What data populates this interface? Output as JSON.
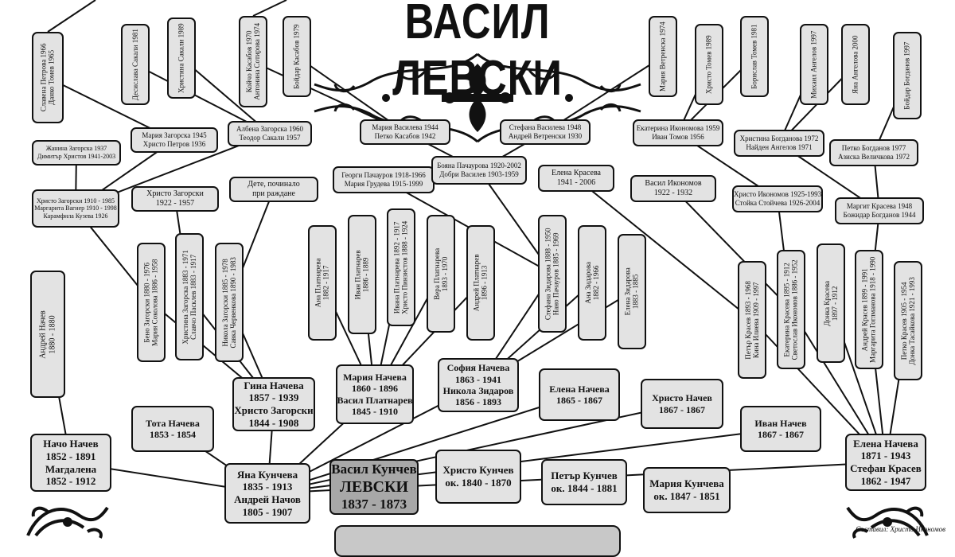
{
  "title": "ВАСИЛ ЛЕВСКИ",
  "credit": "Съставил: Христо Икономов",
  "nodes": [
    {
      "id": "levski",
      "lines": [
        "Васил Кунчев",
        "ЛЕВСКИ",
        "1837 - 1873"
      ],
      "highlight": true
    },
    {
      "id": "hristo_k",
      "lines": [
        "Христо Кунчев",
        "ок. 1840 - 1870"
      ]
    },
    {
      "id": "petar_k",
      "lines": [
        "Петър Кунчев",
        "ок. 1844 - 1881"
      ]
    },
    {
      "id": "maria_k",
      "lines": [
        "Мария Кунчева",
        "ок. 1847 - 1851"
      ]
    },
    {
      "id": "yana",
      "lines": [
        "Яна Кунчева",
        "1835 - 1913",
        "Андрей Начов",
        "1805 - 1907"
      ]
    },
    {
      "id": "nacho",
      "lines": [
        "Начо Начев",
        "1852 - 1891",
        "Магдалена",
        "1852 - 1912"
      ]
    },
    {
      "id": "tota",
      "lines": [
        "Тота Начева",
        "1853 - 1854"
      ]
    },
    {
      "id": "gina",
      "lines": [
        "Гина Начева",
        "1857 - 1939",
        "Христо Загорски",
        "1844 - 1908"
      ]
    },
    {
      "id": "maria_n",
      "lines": [
        "Мария Начева",
        "1860 - 1896",
        "Васил Платнарев",
        "1845 - 1910"
      ]
    },
    {
      "id": "sofia",
      "lines": [
        "София Начева",
        "1863 - 1941",
        "Никола Зидаров",
        "1856 - 1893"
      ]
    },
    {
      "id": "elena_n",
      "lines": [
        "Елена Начева",
        "1865 - 1867"
      ]
    },
    {
      "id": "hristo_n",
      "lines": [
        "Христо Начев",
        "1867 - 1867"
      ]
    },
    {
      "id": "ivan_n",
      "lines": [
        "Иван Начев",
        "1867 - 1867"
      ]
    },
    {
      "id": "elena_n2",
      "lines": [
        "Елена Начева",
        "1871 - 1943",
        "Стефан Красев",
        "1862 - 1947"
      ]
    },
    {
      "id": "andrey_n",
      "lines": [
        "Андрей Начев",
        "1880 - 1880"
      ]
    },
    {
      "id": "beno",
      "lines": [
        "Бено Загорски 1880 - 1976",
        "Мария Соколова 1886 - 1958"
      ]
    },
    {
      "id": "hristina_z",
      "lines": [
        "Христина Загорска 1883 - 1971",
        "Славчо Пасклев 1883 - 1917"
      ]
    },
    {
      "id": "nikola_z",
      "lines": [
        "Никола Загорски 1885 - 1978",
        "Савка Червенкова 1890 - 1983"
      ]
    },
    {
      "id": "ana_p",
      "lines": [
        "Ана Платнарева",
        "1882 - 1917"
      ]
    },
    {
      "id": "ivan_p",
      "lines": [
        "Иван Платнарев",
        "1886 - 1889"
      ]
    },
    {
      "id": "ivana_p",
      "lines": [
        "Ивана Платнарева 1892 - 1917",
        "Христо Пинзистов 1888 - 1924"
      ]
    },
    {
      "id": "vera_p",
      "lines": [
        "Вера Платнарева",
        "1893 - 1970"
      ]
    },
    {
      "id": "andrey_p",
      "lines": [
        "Андрей Платнарев",
        "1896 - 1913"
      ]
    },
    {
      "id": "stefana_z",
      "lines": [
        "Стефана Зидарова 1888 - 1950",
        "Нано Пачауров 1885 - 1969"
      ]
    },
    {
      "id": "ana_z",
      "lines": [
        "Ана Зидарова",
        "1882 - 1966"
      ]
    },
    {
      "id": "elena_z",
      "lines": [
        "Елена Зидарова",
        "1883 - 1885"
      ]
    },
    {
      "id": "petar_kr",
      "lines": [
        "Петър Красев 1893 - 1968",
        "Кина Илиева 1909 - 1997"
      ]
    },
    {
      "id": "ekaterina_kr",
      "lines": [
        "Екатерина Красева 1895 - 1912",
        "Светослав Икономов 1886 - 1952"
      ]
    },
    {
      "id": "donka_kr",
      "lines": [
        "Донка Красева",
        "1897 - 1912"
      ]
    },
    {
      "id": "andrey_kr",
      "lines": [
        "Андрей Красев 1899 - 1991",
        "Маргарита Гоглманова 1918 - 1990"
      ]
    },
    {
      "id": "petko_kr",
      "lines": [
        "Петко Красев 1905 - 1954",
        "Донка Тасайкова 1921 - 1993"
      ]
    },
    {
      "id": "hristo_z2",
      "lines": [
        "Христо Загорски",
        "1922 - 1957"
      ]
    },
    {
      "id": "dete",
      "lines": [
        "Дете, починало",
        "при раждане"
      ]
    },
    {
      "id": "georgi_p",
      "lines": [
        "Георги Пачауров 1918-1966",
        "Мария Грудева 1915-1999"
      ]
    },
    {
      "id": "boyana_p",
      "lines": [
        "Бояна Пачаурова 1920-2002",
        "Добри Василев 1903-1959"
      ]
    },
    {
      "id": "elena_kr",
      "lines": [
        "Елена Красева",
        "1941 - 2006"
      ]
    },
    {
      "id": "vasil_ik",
      "lines": [
        "Васил Икономов",
        "1922 - 1932"
      ]
    },
    {
      "id": "hristo_ik",
      "lines": [
        "Христо Икономов 1925-1993",
        "Стойка Стойчева 1926-2004"
      ]
    },
    {
      "id": "margit",
      "lines": [
        "Маргит Красева 1948",
        "Божидар Богданов 1944"
      ]
    },
    {
      "id": "hristo_z3",
      "lines": [
        "Христо Загорски 1910 - 1985",
        "Маргарита Вагнер 1910 - 1998",
        "Карамфила Кузева 1926"
      ]
    },
    {
      "id": "zhanina",
      "lines": [
        "Жанина Загорска 1937",
        "Димитър Христов 1941-2003"
      ]
    },
    {
      "id": "maria_z",
      "lines": [
        "Мария Загорска 1945",
        "Христо Петров 1936"
      ]
    },
    {
      "id": "albena",
      "lines": [
        "Албена Загорска 1960",
        "Теодор Сакали 1957"
      ]
    },
    {
      "id": "maria_v",
      "lines": [
        "Мария Василева 1944",
        "Петко Касабов 1942"
      ]
    },
    {
      "id": "stefana_v",
      "lines": [
        "Стефана Василева 1948",
        "Андрей Ветренски 1930"
      ]
    },
    {
      "id": "ekaterina_ik",
      "lines": [
        "Екатерина Икономова 1959",
        "Иван Томов 1956"
      ]
    },
    {
      "id": "hristina_b",
      "lines": [
        "Христина Богданова 1972",
        "Найден Ангелов 1971"
      ]
    },
    {
      "id": "petko_b",
      "lines": [
        "Петко Богданов 1977",
        "Азиска Величкова 1972"
      ]
    },
    {
      "id": "slavena",
      "lines": [
        "Славена Петрова 1966",
        "Данко Томев 1965"
      ]
    },
    {
      "id": "desislava",
      "lines": [
        "Десислава Сакали 1981"
      ]
    },
    {
      "id": "hristina_s",
      "lines": [
        "Христина Сакали 1989"
      ]
    },
    {
      "id": "koycho",
      "lines": [
        "Койчо Касабов 1970",
        "Антонина Сотирова 1974"
      ]
    },
    {
      "id": "boydar",
      "lines": [
        "Бойдар Касабов 1979"
      ]
    },
    {
      "id": "maria_vet",
      "lines": [
        "Мария Ветренска 1974"
      ]
    },
    {
      "id": "hristo_t",
      "lines": [
        "Христо Томев 1989"
      ]
    },
    {
      "id": "borislav",
      "lines": [
        "Борислав Томев 1981"
      ]
    },
    {
      "id": "mihail",
      "lines": [
        "Михаил Ангелов 1997"
      ]
    },
    {
      "id": "yana_a",
      "lines": [
        "Яна Ангелова 2000"
      ]
    },
    {
      "id": "boydar_b",
      "lines": [
        "Бойдар Богданов 1997"
      ]
    }
  ]
}
